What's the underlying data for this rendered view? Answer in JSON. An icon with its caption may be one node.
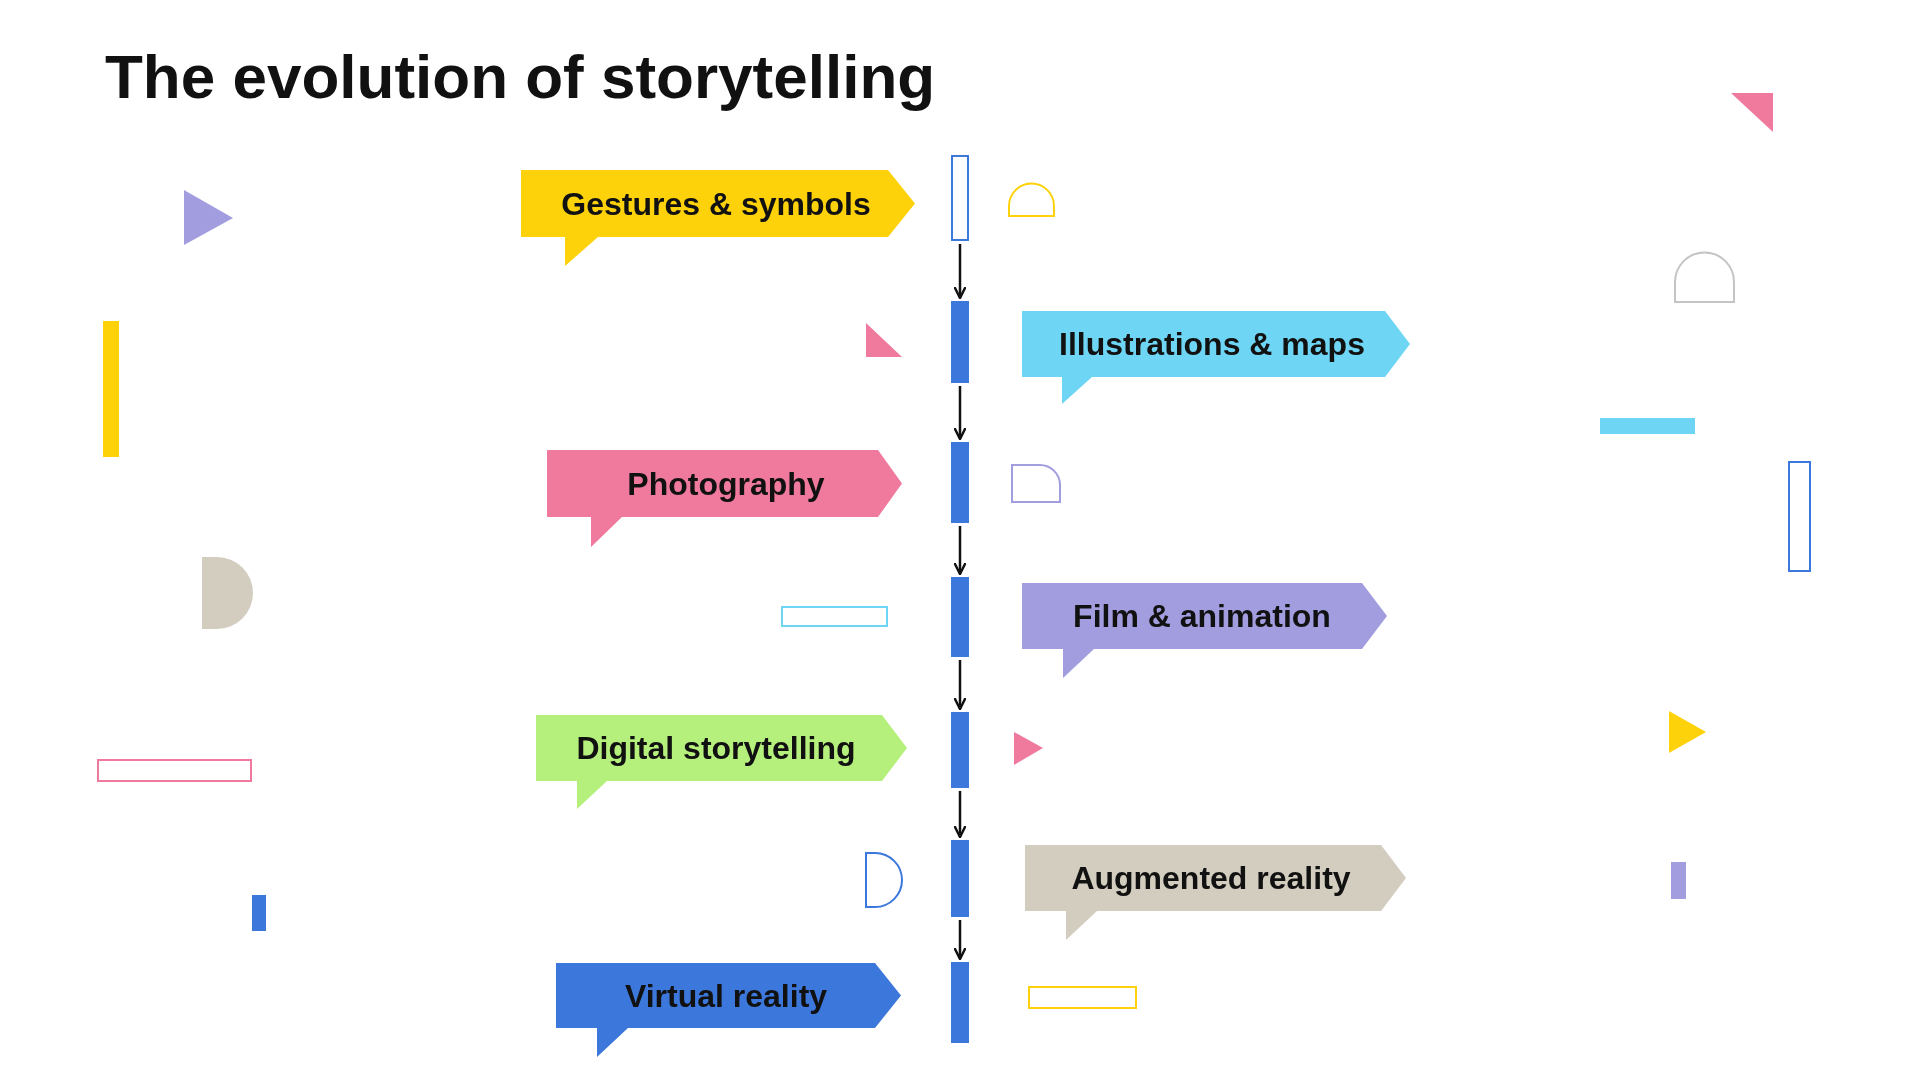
{
  "diagram": {
    "title": "The evolution of storytelling",
    "nodes": [
      {
        "text": [
          "Gestures & symbols"
        ]
      },
      {
        "text": [],
        "shape": "bar"
      },
      {
        "text": [],
        "shape": "bar"
      },
      {
        "text": [
          "Illustrations & maps"
        ]
      },
      {
        "text": [
          "Photography"
        ]
      },
      {
        "text": [],
        "shape": "bar"
      },
      {
        "text": [],
        "shape": "bar"
      },
      {
        "text": [
          "Film & animation"
        ]
      },
      {
        "text": [
          "Digital storytelling"
        ]
      },
      {
        "text": [],
        "shape": "bar"
      },
      {
        "text": [],
        "shape": "bar"
      },
      {
        "text": [
          "Augmented reality"
        ]
      },
      {
        "text": [
          "Virtual reality"
        ]
      },
      {
        "text": [],
        "shape": "bar"
      }
    ],
    "edges": [
      {
        "from": 1,
        "to": 2,
        "arrow": "to"
      },
      {
        "from": 2,
        "to": 5,
        "arrow": "to"
      },
      {
        "from": 5,
        "to": 6,
        "arrow": "to"
      },
      {
        "from": 6,
        "to": 9,
        "arrow": "to"
      },
      {
        "from": 9,
        "to": 10,
        "arrow": "to"
      },
      {
        "from": 10,
        "to": 13,
        "arrow": "to"
      }
    ]
  }
}
